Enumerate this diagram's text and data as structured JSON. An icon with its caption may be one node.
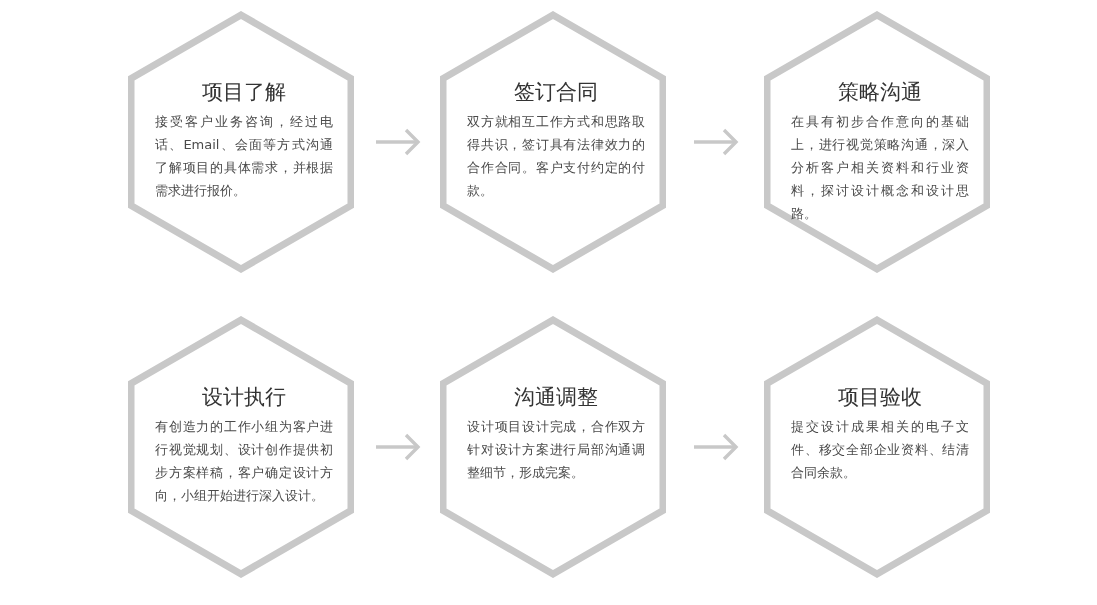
{
  "diagram": {
    "nodes": [
      {
        "text": [
          "项目了解",
          "接受客户业务咨询，经过电话、Email、会面等方式沟通了解项目的具体需求，并根据需求进行报价。"
        ]
      },
      {
        "text": [
          "签订合同",
          "双方就相互工作方式和思路取得共识，签订具有法律效力的合作合同。客户支付约定的付款。"
        ]
      },
      {
        "text": [
          "策略沟通",
          "在具有初步合作意向的基础上，进行视觉策略沟通，深入分析客户相关资料和行业资料，探讨设计概念和设计思路。"
        ]
      },
      {
        "text": [
          "设计执行",
          "有创造力的工作小组为客户进行视觉规划、设计创作提供初步方案样稿，客户确定设计方向，小组开始进行深入设计。"
        ]
      },
      {
        "text": [
          "沟通调整",
          "设计项目设计完成，合作双方针对设计方案进行局部沟通调整细节，形成完案。"
        ]
      },
      {
        "text": [
          "项目验收",
          "提交设计成果相关的电子文件、移交全部企业资料、结清合同余款。"
        ]
      }
    ],
    "edges": [
      {
        "from": 0,
        "to": 1,
        "arrow": "to"
      },
      {
        "from": 1,
        "to": 2,
        "arrow": "to"
      },
      {
        "from": 3,
        "to": 4,
        "arrow": "to"
      },
      {
        "from": 4,
        "to": 5,
        "arrow": "to"
      }
    ]
  }
}
